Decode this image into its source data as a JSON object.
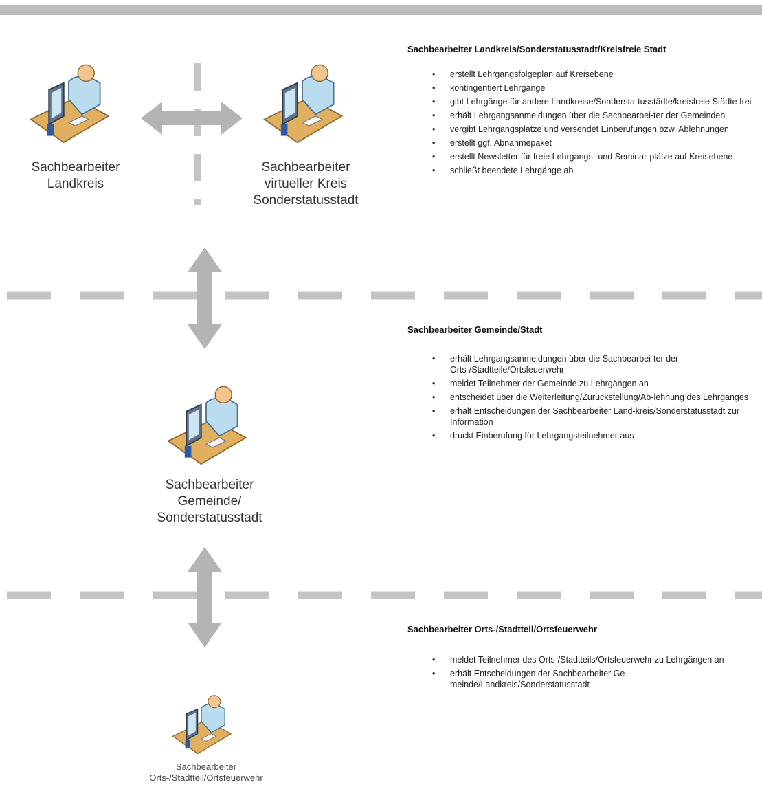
{
  "roles": {
    "landkreis": [
      "Sachbearbeiter",
      "Landkreis"
    ],
    "virtuell": [
      "Sachbearbeiter",
      "virtueller Kreis",
      "Sonderstatusstadt"
    ],
    "gemeinde": [
      "Sachbearbeiter",
      "Gemeinde/",
      "Sonderstatusstadt"
    ],
    "orts": [
      "Sachbearbeiter",
      "Orts-/Stadtteil/Ortsfeuerwehr"
    ]
  },
  "sections": [
    {
      "title": "Sachbearbeiter Landkreis/Sonderstatusstadt/Kreisfreie Stadt",
      "items": [
        "erstellt Lehrgangsfolgeplan auf Kreisebene",
        "kontingentiert Lehrgänge",
        "gibt Lehrgänge für andere Landkreise/Sondersta-tusstädte/kreisfreie Städte frei",
        "erhält Lehrgangsanmeldungen über die Sachbearbei-ter der Gemeinden",
        "vergibt Lehrgangsplätze und versendet Einberufungen bzw. Ablehnungen",
        "erstellt ggf. Abnahmepaket",
        "erstellt Newsletter für freie Lehrgangs- und Seminar-plätze auf Kreisebene",
        "schließt beendete Lehrgänge ab"
      ]
    },
    {
      "title": "Sachbearbeiter Gemeinde/Stadt",
      "items": [
        "erhält Lehrgangsanmeldungen über die Sachbearbei-ter der Orts-/Stadtteile/Ortsfeuerwehr",
        "meldet Teilnehmer der Gemeinde zu Lehrgängen an",
        "entscheidet über die Weiterleitung/Zurückstellung/Ab-lehnung des Lehrganges",
        "erhält Entscheidungen der Sachbearbeiter Land-kreis/Sonderstatusstadt zur Information",
        "druckt Einberufung für Lehrgangsteilnehmer aus"
      ]
    },
    {
      "title": "Sachbearbeiter Orts-/Stadtteil/Ortsfeuerwehr",
      "items": [
        "meldet Teilnehmer des Orts-/Stadtteils/Ortsfeuerwehr zu Lehrgängen an",
        "erhält Entscheidungen der Sachbearbeiter Ge-meinde/Landkreis/Sonderstatusstadt"
      ]
    }
  ],
  "colors": {
    "connector": "#b4b4b4",
    "divider": "#c4c4c4",
    "person_shirt": "#b9dcef",
    "person_skin": "#f2c490",
    "desk": "#e0b060",
    "monitor": "#5e7388"
  },
  "icons": [
    "user-at-computer-icon"
  ]
}
